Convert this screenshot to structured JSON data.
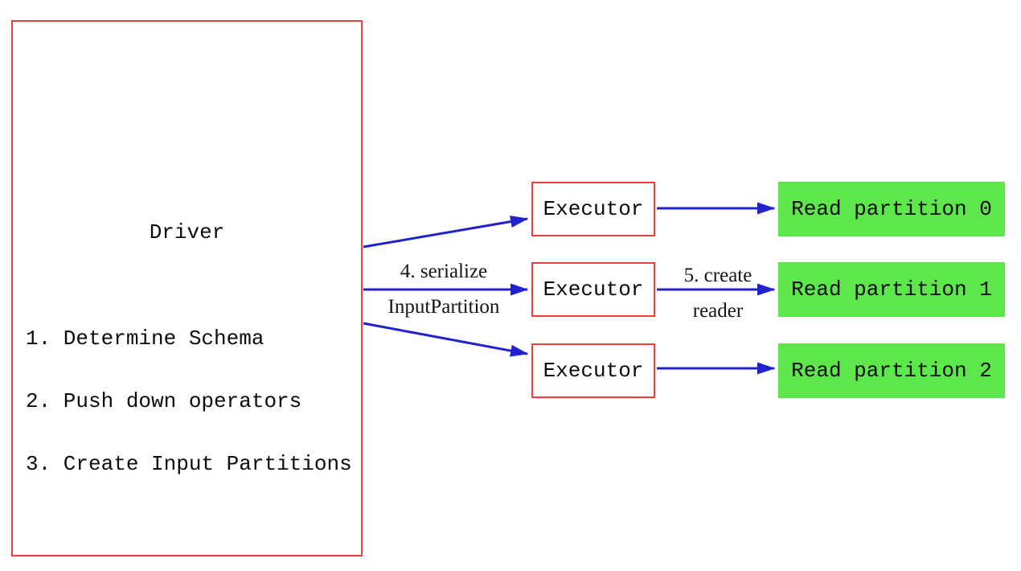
{
  "diagram": {
    "driver": {
      "title": "Driver",
      "steps": [
        "1. Determine Schema",
        "2. Push down operators",
        "3. Create Input Partitions"
      ]
    },
    "executors": [
      {
        "label": "Executor"
      },
      {
        "label": "Executor"
      },
      {
        "label": "Executor"
      }
    ],
    "read_partitions": [
      {
        "label": "Read partition 0"
      },
      {
        "label": "Read partition 1"
      },
      {
        "label": "Read partition 2"
      }
    ],
    "edge_labels": {
      "serialize_line1": "4. serialize",
      "serialize_line2": "InputPartition",
      "create_reader_line1": "5. create",
      "create_reader_line2": "reader"
    },
    "colors": {
      "box_border_red": "#e8413c",
      "arrow_blue": "#2222cc",
      "partition_green": "#5ee64d",
      "text_black": "#0b0b0b",
      "background": "#ffffff"
    }
  }
}
